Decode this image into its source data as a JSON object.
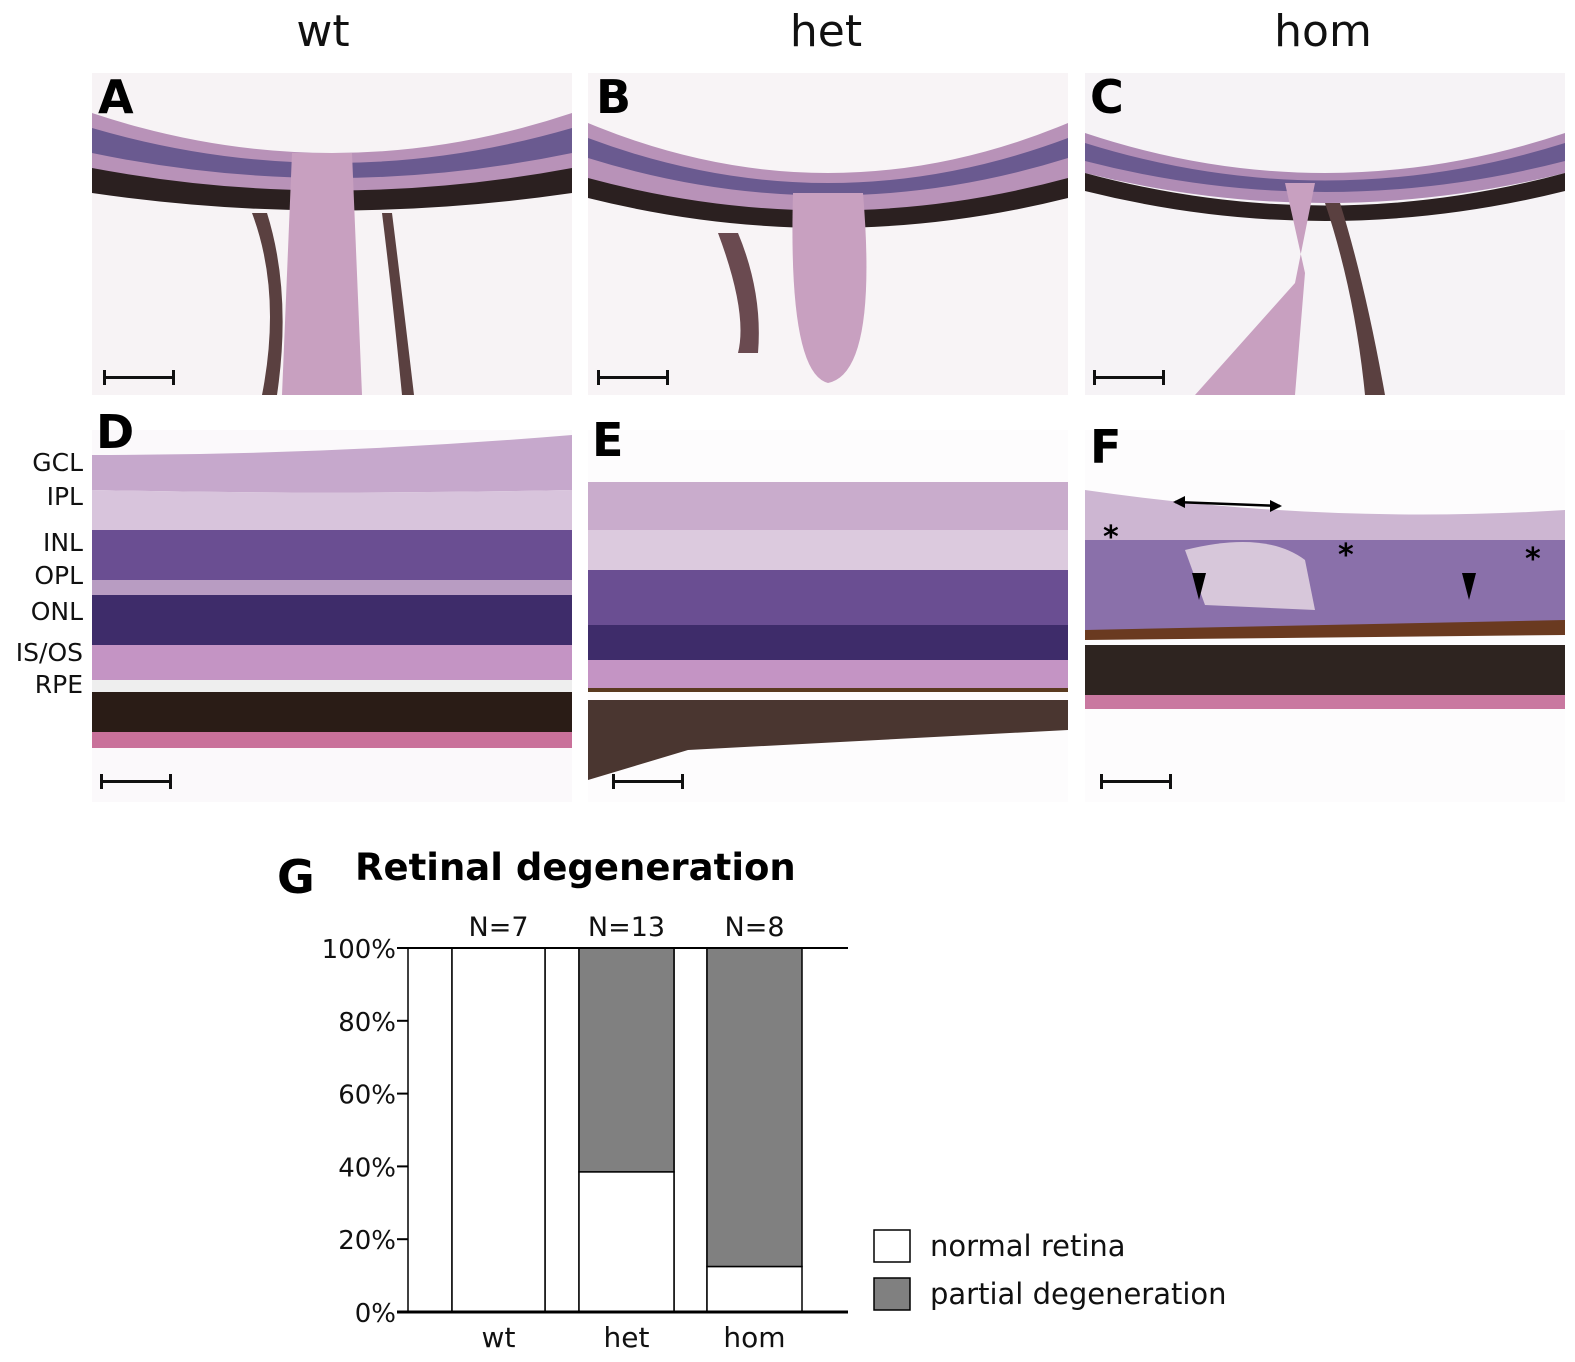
{
  "columns": [
    "wt",
    "het",
    "hom"
  ],
  "panels": {
    "A": "A",
    "B": "B",
    "C": "C",
    "D": "D",
    "E": "E",
    "F": "F",
    "G": "G"
  },
  "layers": [
    "GCL",
    "IPL",
    "INL",
    "OPL",
    "ONL",
    "IS/OS",
    "RPE"
  ],
  "annotations": {
    "asterisk": "*"
  },
  "chart_data": {
    "type": "bar",
    "stacked": true,
    "title": "Retinal degeneration",
    "categories": [
      "wt",
      "het",
      "hom"
    ],
    "n_labels": [
      "N=7",
      "N=13",
      "N=8"
    ],
    "series": [
      {
        "name": "normal retina",
        "color": "#ffffff",
        "values": [
          100,
          38.5,
          12.5
        ]
      },
      {
        "name": "partial degeneration",
        "color": "#808080",
        "values": [
          0,
          61.5,
          87.5
        ]
      }
    ],
    "yticks": [
      "0%",
      "20%",
      "40%",
      "60%",
      "80%",
      "100%"
    ],
    "ylim": [
      0,
      100
    ],
    "xlabel": "",
    "ylabel": "",
    "legend": "bottom-right"
  }
}
